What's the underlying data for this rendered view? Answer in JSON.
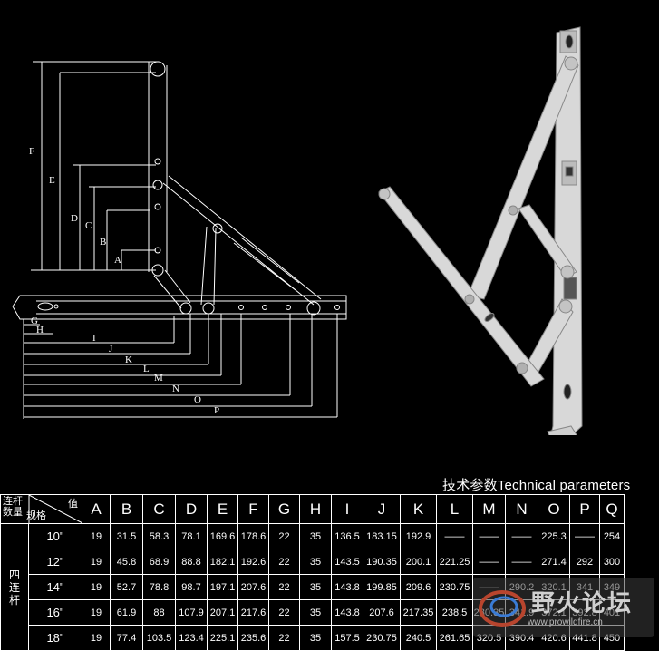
{
  "diagram": {
    "vertical_dims": [
      "F",
      "E",
      "D",
      "C",
      "B",
      "A"
    ],
    "horizontal_dims": [
      "G",
      "H",
      "I",
      "J",
      "K",
      "L",
      "M",
      "N",
      "O",
      "P"
    ]
  },
  "params_title": "技术参数Technical parameters",
  "table": {
    "corner": {
      "top_left": "连杆\n数量",
      "top_right": "值",
      "bottom_left": "规格"
    },
    "columns": [
      "A",
      "B",
      "C",
      "D",
      "E",
      "F",
      "G",
      "H",
      "I",
      "J",
      "K",
      "L",
      "M",
      "N",
      "O",
      "P",
      "Q"
    ],
    "group_label": "四\n连\n杆",
    "rows": [
      {
        "size": "10\"",
        "values": [
          "19",
          "31.5",
          "58.3",
          "78.1",
          "169.6",
          "178.6",
          "22",
          "35",
          "136.5",
          "183.15",
          "192.9",
          "——",
          "——",
          "——",
          "225.3",
          "——",
          "254"
        ]
      },
      {
        "size": "12\"",
        "values": [
          "19",
          "45.8",
          "68.9",
          "88.8",
          "182.1",
          "192.6",
          "22",
          "35",
          "143.5",
          "190.35",
          "200.1",
          "221.25",
          "——",
          "——",
          "271.4",
          "292",
          "300"
        ]
      },
      {
        "size": "14\"",
        "values": [
          "19",
          "52.7",
          "78.8",
          "98.7",
          "197.1",
          "207.6",
          "22",
          "35",
          "143.8",
          "199.85",
          "209.6",
          "230.75",
          "——",
          "290.2",
          "320.1",
          "341",
          "349"
        ]
      },
      {
        "size": "16\"",
        "values": [
          "19",
          "61.9",
          "88",
          "107.9",
          "207.1",
          "217.6",
          "22",
          "35",
          "143.8",
          "207.6",
          "217.35",
          "238.5",
          "280.35",
          "341.9",
          "372.1",
          "392.8",
          "401"
        ]
      },
      {
        "size": "18\"",
        "values": [
          "19",
          "77.4",
          "103.5",
          "123.4",
          "225.1",
          "235.6",
          "22",
          "35",
          "157.5",
          "230.75",
          "240.5",
          "261.65",
          "320.5",
          "390.4",
          "420.6",
          "441.8",
          "450"
        ]
      }
    ]
  },
  "watermark": {
    "text": "野火论坛",
    "url": "www.prowildfire.cn"
  },
  "colors": {
    "background": "#000000",
    "line": "#ffffff",
    "hinge_metal": "#d8d8d8"
  }
}
